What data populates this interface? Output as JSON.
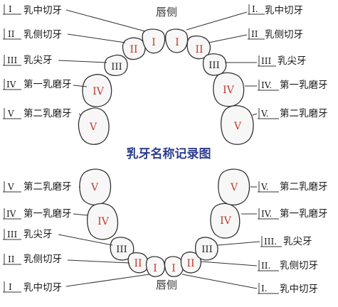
{
  "title_center": "乳牙名称记录图",
  "lip_top": "唇侧",
  "lip_bottom": "唇侧",
  "upper_left": [
    {
      "num": "I",
      "name": "乳中切牙"
    },
    {
      "num": "II",
      "name": "乳侧切牙"
    },
    {
      "num": "III",
      "name": "乳尖牙"
    },
    {
      "num": "IV",
      "name": "第一乳磨牙"
    },
    {
      "num": "V",
      "name": "第二乳磨牙"
    }
  ],
  "upper_right": [
    {
      "num": "I.",
      "name": "乳中切牙"
    },
    {
      "num": "II",
      "name": "乳侧切牙"
    },
    {
      "num": "III",
      "name": "乳尖牙"
    },
    {
      "num": "IV.",
      "name": "第一乳磨牙"
    },
    {
      "num": "V.",
      "name": "第二乳磨牙"
    }
  ],
  "lower_left": [
    {
      "num": "V",
      "name": "第二乳磨牙"
    },
    {
      "num": "IV",
      "name": "第一乳磨牙"
    },
    {
      "num": "III",
      "name": "乳尖牙"
    },
    {
      "num": "II",
      "name": "乳侧切牙"
    },
    {
      "num": "I",
      "name": "乳中切牙"
    }
  ],
  "lower_right": [
    {
      "num": "V.",
      "name": "第二乳磨牙"
    },
    {
      "num": "IV.",
      "name": "第一乳磨牙"
    },
    {
      "num": "III.",
      "name": "乳尖牙"
    },
    {
      "num": "II.",
      "name": "乳侧切牙"
    },
    {
      "num": "I.",
      "name": "乳中切牙"
    }
  ],
  "upper_teeth": [
    "V",
    "IV",
    "III",
    "II",
    "I",
    "I",
    "II",
    "III",
    "IV",
    "V"
  ],
  "lower_teeth": [
    "V",
    "IV",
    "III",
    "II",
    "I",
    "I",
    "II",
    "III",
    "IV",
    "V"
  ]
}
